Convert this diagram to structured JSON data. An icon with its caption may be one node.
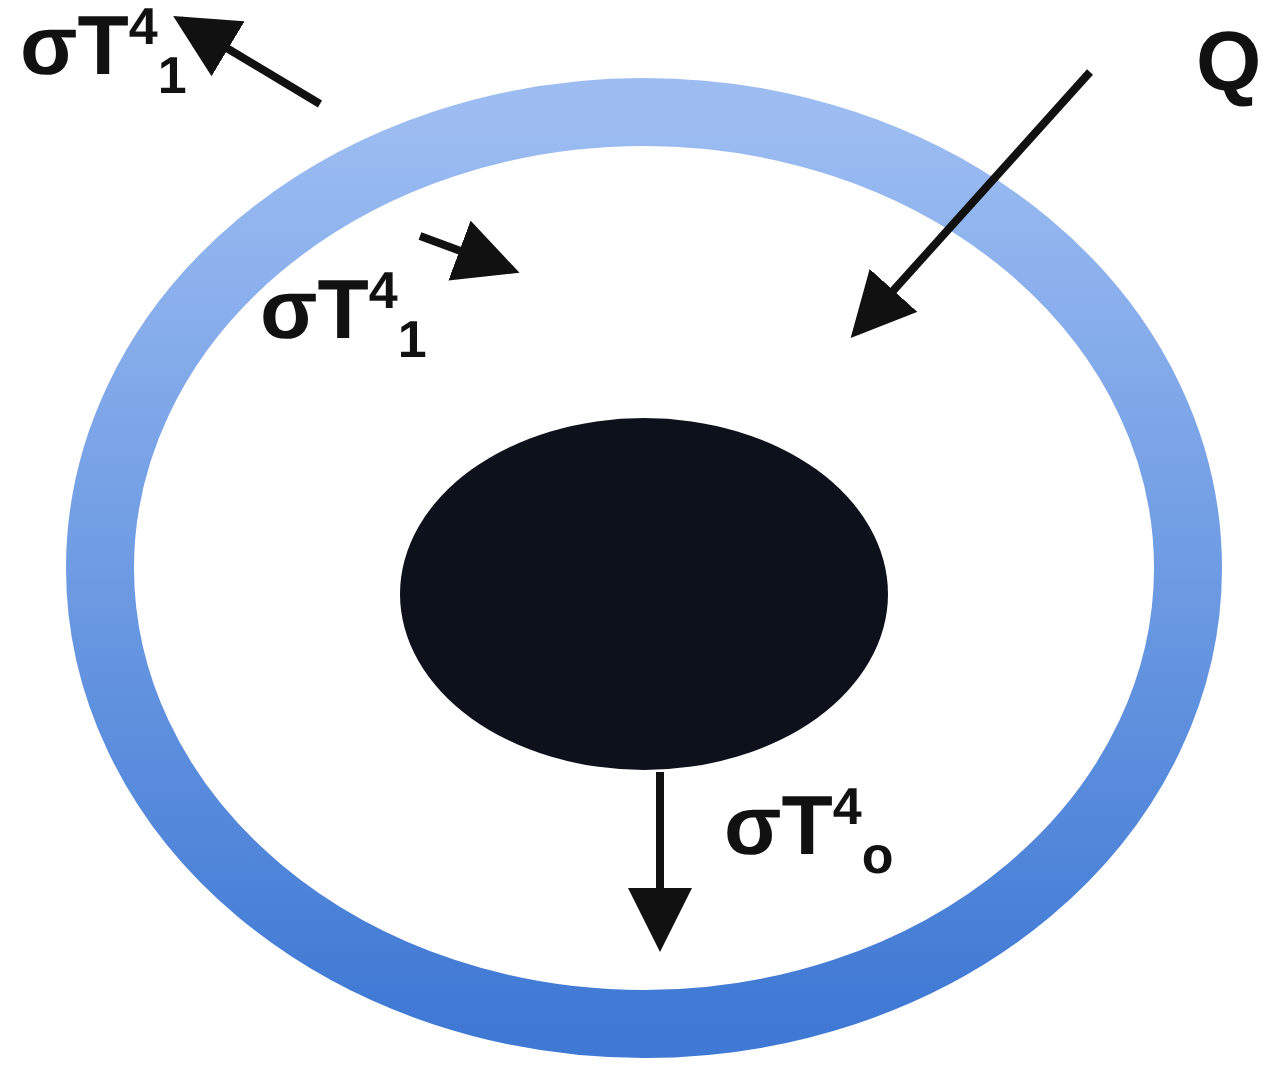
{
  "diagram": {
    "nodes": [
      {
        "text": [],
        "shape": "circle"
      },
      {
        "text": [],
        "shape": "circle",
        "in": 0
      }
    ],
    "labels": [
      "σT$^{4}$$_{1}$",
      "σT$^{4}$$_{1}$",
      "Q",
      "σT$^{4}$$_{o}$"
    ]
  }
}
